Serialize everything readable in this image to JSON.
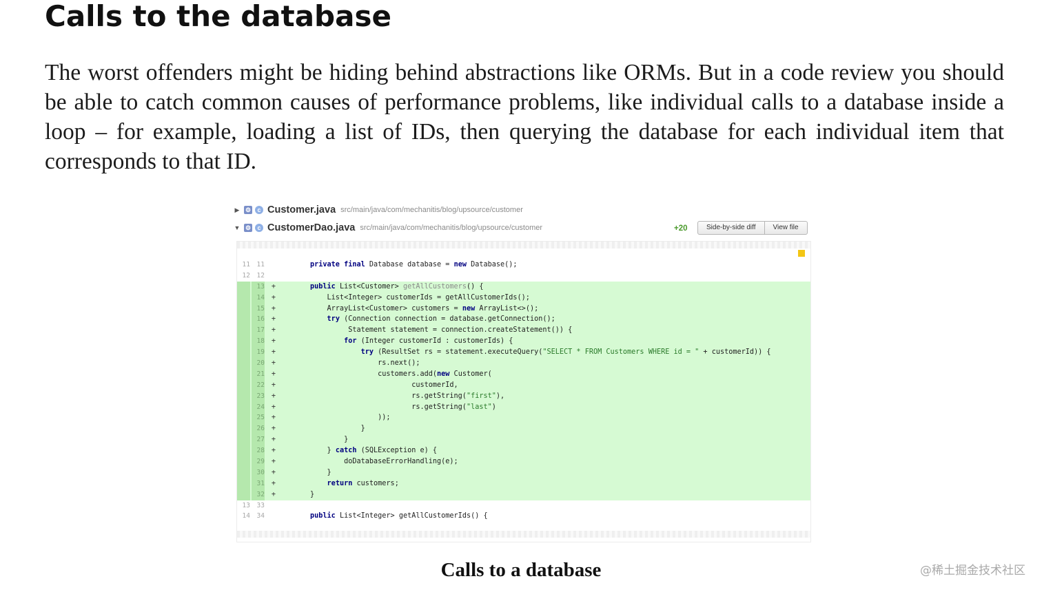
{
  "heading": "Calls to the database",
  "paragraph": "The worst offenders might be hiding behind abstractions like ORMs. But in a code review you should be able to catch common causes of performance problems, like individual calls to a database inside a loop – for example, loading a list of IDs, then querying the database for each individual item that corresponds to that ID.",
  "figure": {
    "files": [
      {
        "name": "Customer.java",
        "path": "src/main/java/com/mechanitis/blog/upsource/customer",
        "expanded": false
      },
      {
        "name": "CustomerDao.java",
        "path": "src/main/java/com/mechanitis/blog/upsource/customer",
        "expanded": true
      }
    ],
    "added_count": "+20",
    "buttons": {
      "side_by_side": "Side-by-side diff",
      "view_file": "View file"
    },
    "code_lines": [
      {
        "old": "11",
        "new": "11",
        "sign": "",
        "added": false,
        "text": "private final Database database = new Database();"
      },
      {
        "old": "12",
        "new": "12",
        "sign": "",
        "added": false,
        "text": ""
      },
      {
        "old": "",
        "new": "13",
        "sign": "+",
        "added": true,
        "text": "public List<Customer> getAllCustomers() {"
      },
      {
        "old": "",
        "new": "14",
        "sign": "+",
        "added": true,
        "text": "    List<Integer> customerIds = getAllCustomerIds();"
      },
      {
        "old": "",
        "new": "15",
        "sign": "+",
        "added": true,
        "text": "    ArrayList<Customer> customers = new ArrayList<>();"
      },
      {
        "old": "",
        "new": "16",
        "sign": "+",
        "added": true,
        "text": "    try (Connection connection = database.getConnection();"
      },
      {
        "old": "",
        "new": "17",
        "sign": "+",
        "added": true,
        "text": "         Statement statement = connection.createStatement()) {"
      },
      {
        "old": "",
        "new": "18",
        "sign": "+",
        "added": true,
        "text": "        for (Integer customerId : customerIds) {"
      },
      {
        "old": "",
        "new": "19",
        "sign": "+",
        "added": true,
        "text": "            try (ResultSet rs = statement.executeQuery(\"SELECT * FROM Customers WHERE id = \" + customerId)) {"
      },
      {
        "old": "",
        "new": "20",
        "sign": "+",
        "added": true,
        "text": "                rs.next();"
      },
      {
        "old": "",
        "new": "21",
        "sign": "+",
        "added": true,
        "text": "                customers.add(new Customer("
      },
      {
        "old": "",
        "new": "22",
        "sign": "+",
        "added": true,
        "text": "                        customerId,"
      },
      {
        "old": "",
        "new": "23",
        "sign": "+",
        "added": true,
        "text": "                        rs.getString(\"first\"),"
      },
      {
        "old": "",
        "new": "24",
        "sign": "+",
        "added": true,
        "text": "                        rs.getString(\"last\")"
      },
      {
        "old": "",
        "new": "25",
        "sign": "+",
        "added": true,
        "text": "                ));"
      },
      {
        "old": "",
        "new": "26",
        "sign": "+",
        "added": true,
        "text": "            }"
      },
      {
        "old": "",
        "new": "27",
        "sign": "+",
        "added": true,
        "text": "        }"
      },
      {
        "old": "",
        "new": "28",
        "sign": "+",
        "added": true,
        "text": "    } catch (SQLException e) {"
      },
      {
        "old": "",
        "new": "29",
        "sign": "+",
        "added": true,
        "text": "        doDatabaseErrorHandling(e);"
      },
      {
        "old": "",
        "new": "30",
        "sign": "+",
        "added": true,
        "text": "    }"
      },
      {
        "old": "",
        "new": "31",
        "sign": "+",
        "added": true,
        "text": "    return customers;"
      },
      {
        "old": "",
        "new": "32",
        "sign": "+",
        "added": true,
        "text": "}"
      },
      {
        "old": "13",
        "new": "33",
        "sign": "",
        "added": false,
        "text": ""
      },
      {
        "old": "14",
        "new": "34",
        "sign": "",
        "added": false,
        "text": "public List<Integer> getAllCustomerIds() {"
      }
    ]
  },
  "caption": "Calls to a database",
  "watermark": "@稀土掘金技术社区"
}
